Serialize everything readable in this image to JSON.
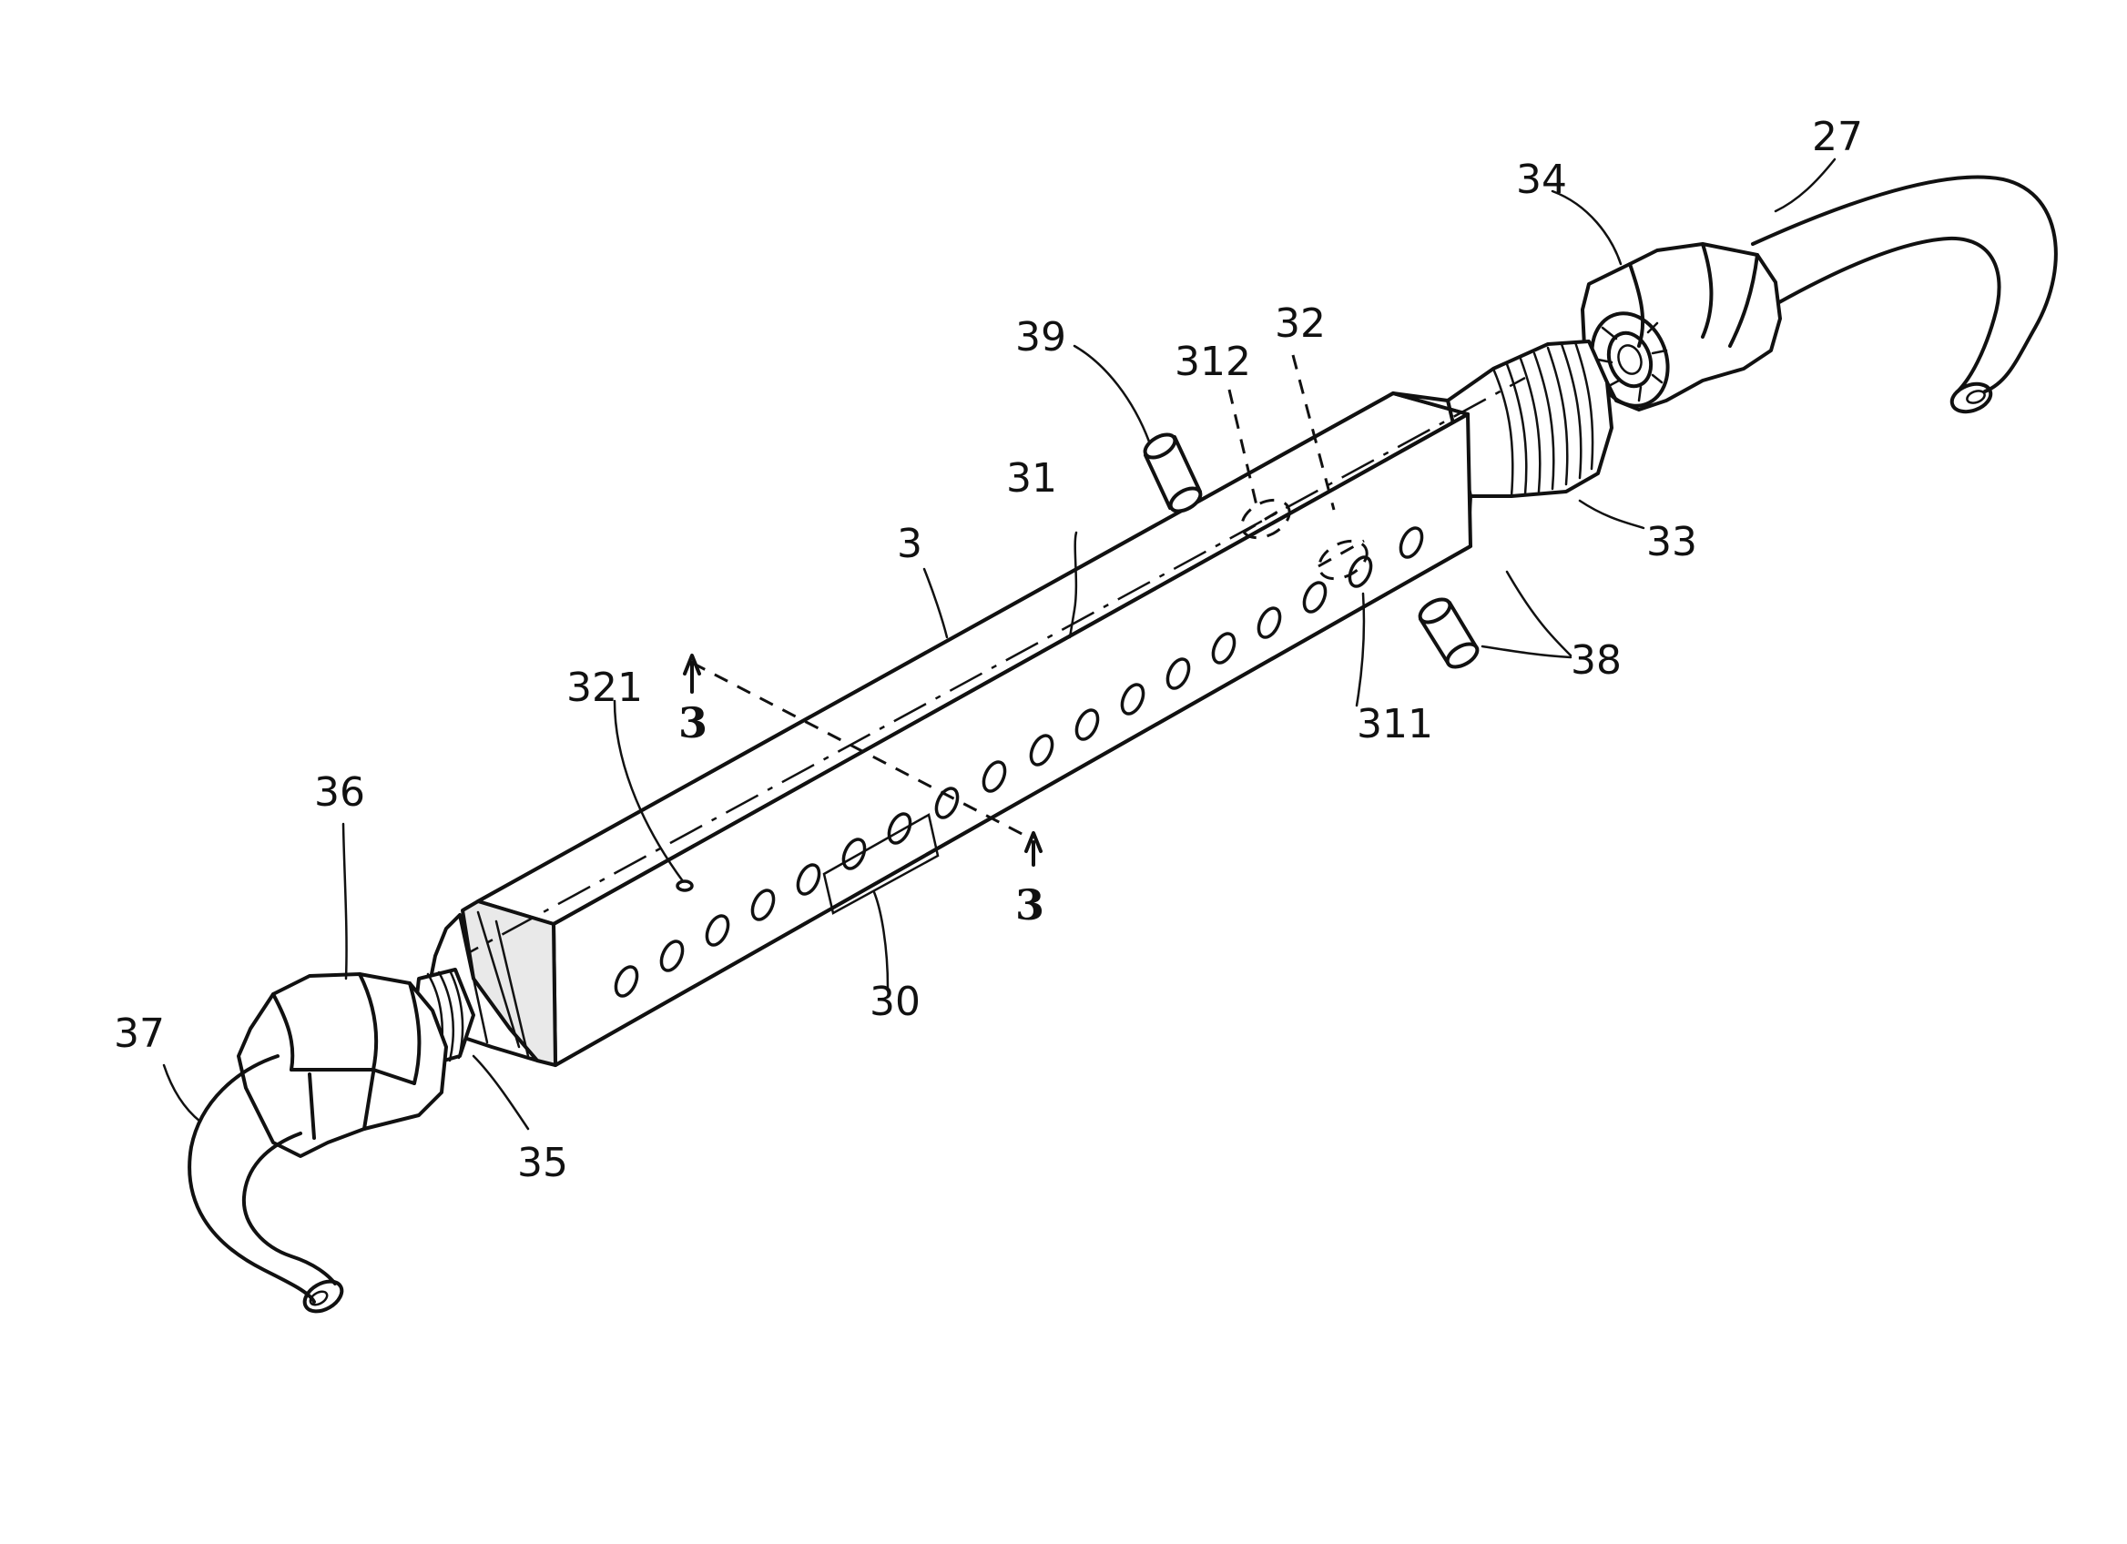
{
  "figure": {
    "labels": {
      "l27": "27",
      "l34": "34",
      "l39": "39",
      "l312": "312",
      "l32": "32",
      "l31": "31",
      "l3": "3",
      "l33": "33",
      "l38": "38",
      "l311": "311",
      "l321": "321",
      "l36": "36",
      "l30": "30",
      "l37": "37",
      "l35": "35"
    },
    "section_marks": {
      "top": "3",
      "bottom": "3"
    }
  }
}
